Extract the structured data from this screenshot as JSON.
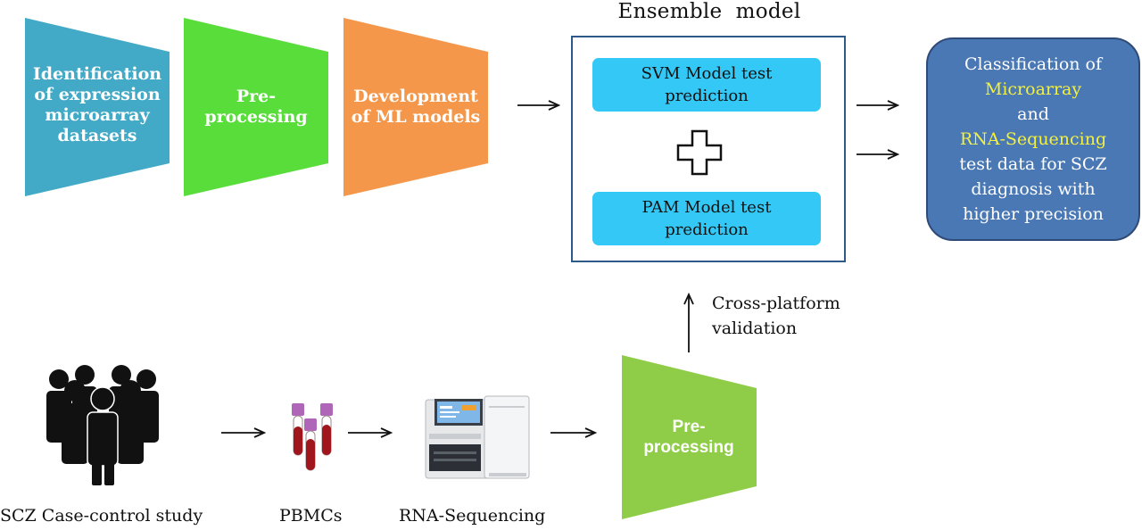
{
  "stages": {
    "identification": "Identification of expression microarray datasets",
    "preprocessing_top": "Pre-processing",
    "development": "Development of ML models",
    "preprocessing_bottom": "Pre-processing"
  },
  "ensemble": {
    "title": "Ensemble  model",
    "svm": "SVM Model test prediction",
    "pam": "PAM Model test prediction"
  },
  "result": {
    "line1": "Classification of",
    "line2": "Microarray",
    "line3": "and",
    "line4": "RNA-Sequencing",
    "line5": "test data for SCZ",
    "line6": "diagnosis with",
    "line7": "higher precision"
  },
  "cross_platform": {
    "line1": "Cross-platform",
    "line2": "validation"
  },
  "captions": {
    "study": "SCZ Case-control study",
    "pbmcs": "PBMCs",
    "rnaseq": "RNA-Sequencing"
  },
  "colors": {
    "teal": "#42a9c6",
    "green": "#59dd3b",
    "orange": "#f4974a",
    "lightgreen": "#8fcd48",
    "pred_box": "#33c8f5",
    "result_box": "#4a78b4",
    "highlight": "#f4f040"
  }
}
